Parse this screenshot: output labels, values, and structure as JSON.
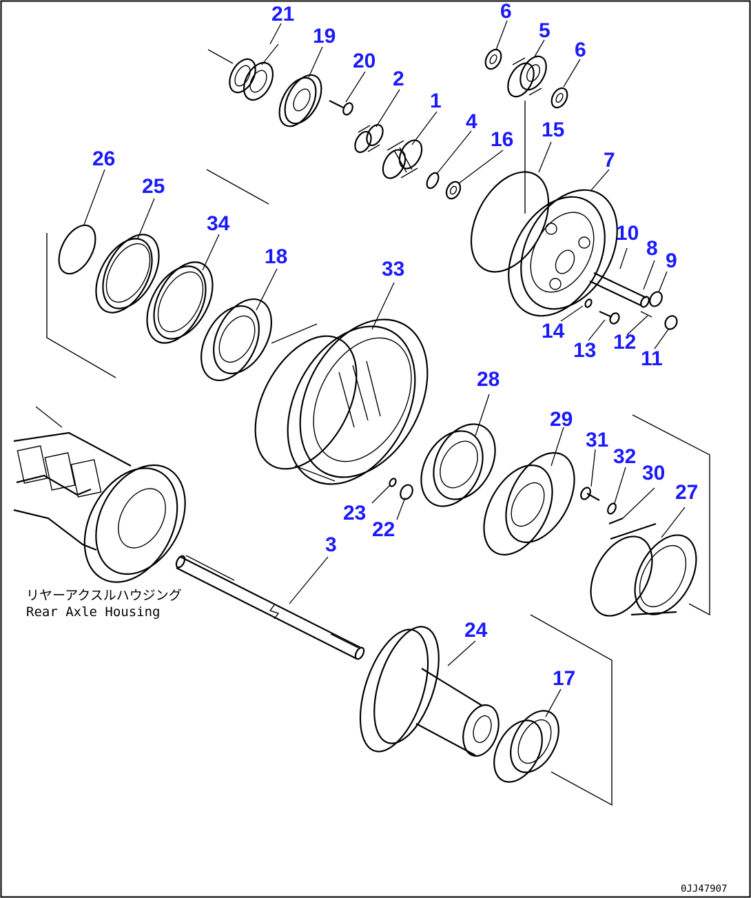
{
  "colors": {
    "callout": "#1a1aff",
    "line": "#000000",
    "background": "#ffffff"
  },
  "labels": {
    "l21": "21",
    "l19": "19",
    "l20": "20",
    "l2": "2",
    "l1": "1",
    "l4": "4",
    "l16": "16",
    "l6a": "6",
    "l5": "5",
    "l6b": "6",
    "l15": "15",
    "l7": "7",
    "l26": "26",
    "l25": "25",
    "l34": "34",
    "l18": "18",
    "l33": "33",
    "l10": "10",
    "l8": "8",
    "l9": "9",
    "l14": "14",
    "l13": "13",
    "l12": "12",
    "l11": "11",
    "l28": "28",
    "l29": "29",
    "l31": "31",
    "l32": "32",
    "l30": "30",
    "l27": "27",
    "l23": "23",
    "l22": "22",
    "l3": "3",
    "l24": "24",
    "l17": "17"
  },
  "housing_caption_jp": "リヤーアクスルハウジング",
  "housing_caption_en": "Rear Axle Housing",
  "drawing_code": "0JJ47907"
}
